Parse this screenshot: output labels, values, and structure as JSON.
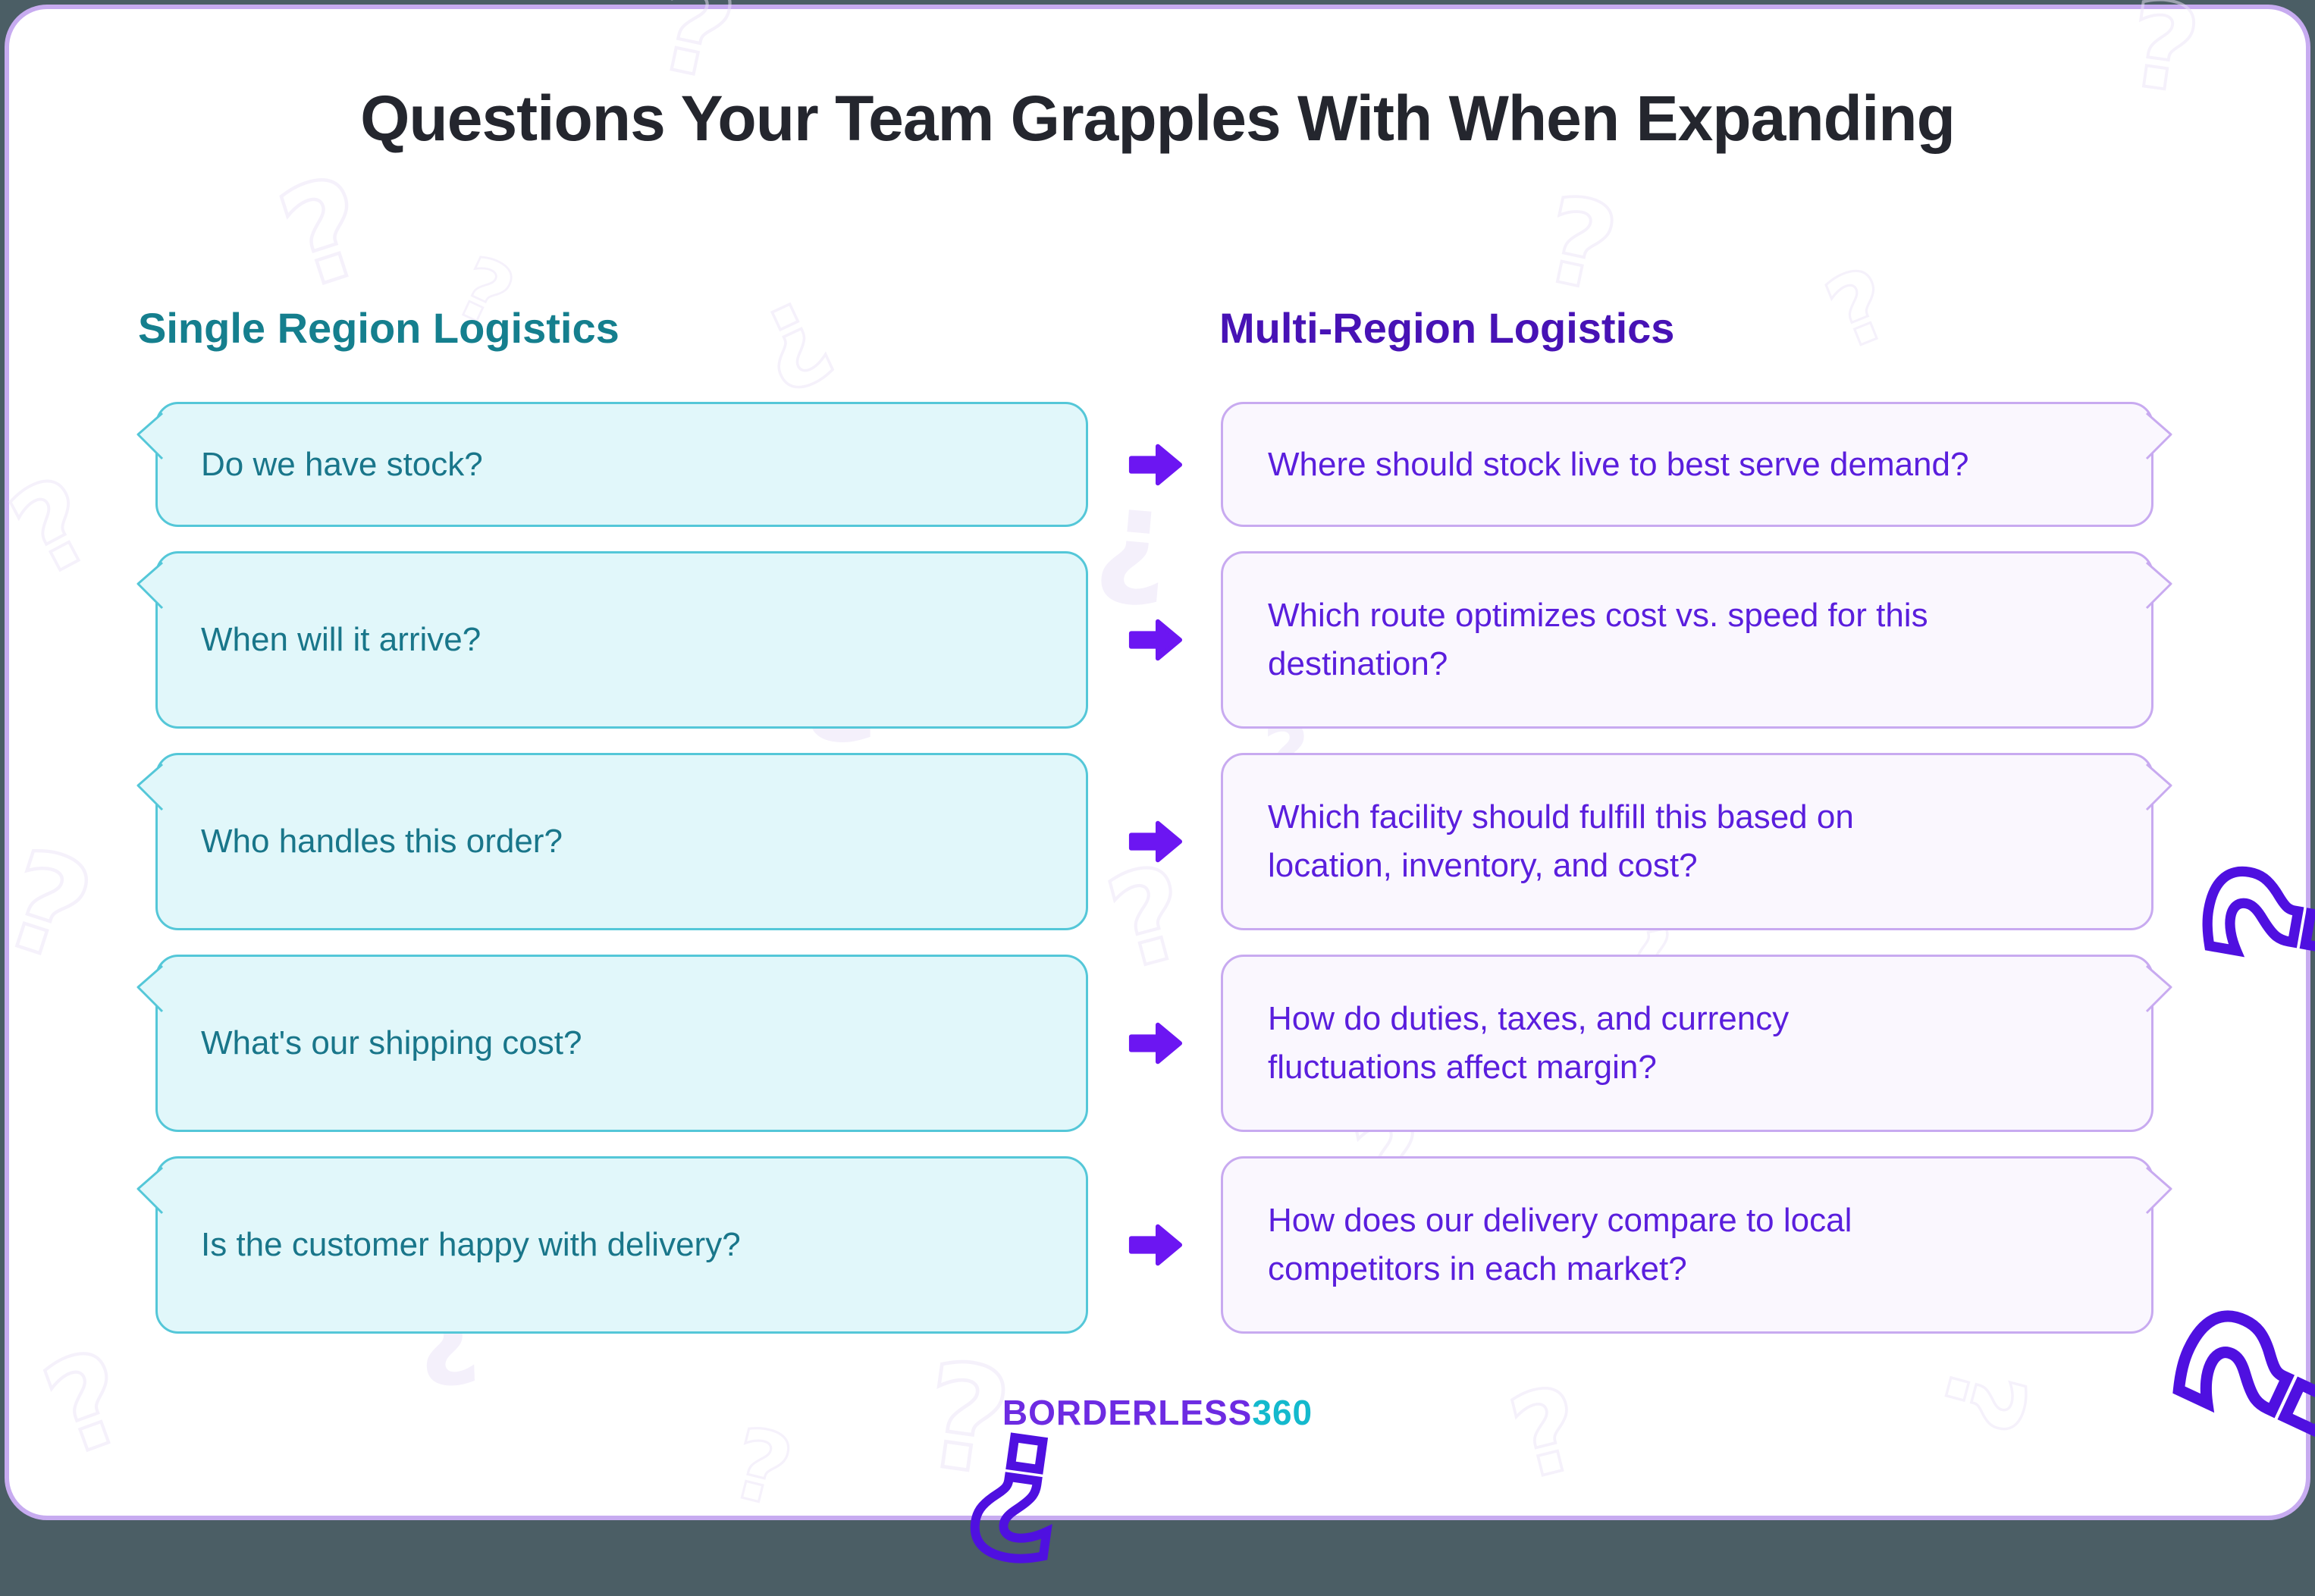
{
  "title": "Questions Your Team Grapples With When Expanding",
  "columns": {
    "left": {
      "header": "Single Region Logistics"
    },
    "right": {
      "header": "Multi-Region Logistics"
    }
  },
  "rows": [
    {
      "left": "Do we have stock?",
      "right": "Where should stock live to best serve demand?"
    },
    {
      "left": "When will it arrive?",
      "right": "Which route optimizes cost vs. speed for this\ndestination?"
    },
    {
      "left": "Who handles this order?",
      "right": "Which facility should fulfill this based on\nlocation, inventory, and cost?"
    },
    {
      "left": "What's our shipping cost?",
      "right": "How do duties, taxes, and currency\nfluctuations affect margin?"
    },
    {
      "left": "Is the customer happy with delivery?",
      "right": "How does our delivery compare to local\ncompetitors in each market?"
    }
  ],
  "footer": {
    "logo_part1": "BORDERLESS",
    "logo_part2": "360"
  },
  "icons": {
    "row_connector": "right-arrow-icon",
    "bubble_tail": "speech-tail-icon",
    "background_motif": "question-mark-icon"
  },
  "colors": {
    "page_background": "#4b5e65",
    "card_border": "#c7abf0",
    "title": "#24262e",
    "left_accent": "#157f8e",
    "left_bubble_fill": "#e1f7fa",
    "left_bubble_border": "#54c7d8",
    "left_text": "#19768a",
    "right_accent": "#4712b5",
    "right_bubble_fill": "#faf7fe",
    "right_bubble_border": "#c8aaf0",
    "right_text": "#5a1edd",
    "arrow": "#6c16f2",
    "logo_purple": "#6d2be2",
    "logo_teal": "#14b9cd",
    "faint_motif": "#ece5f9",
    "vivid_motif": "#4f10e0"
  }
}
